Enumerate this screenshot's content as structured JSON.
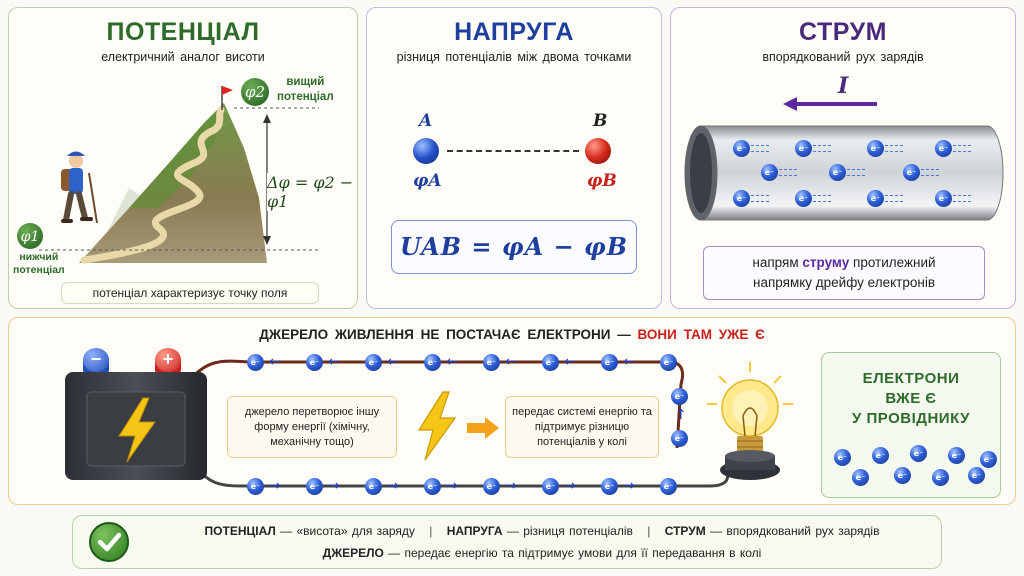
{
  "potential": {
    "title": "ПОТЕНЦІАЛ",
    "subtitle": "електричний аналог висоти",
    "phi2_symbol": "φ2",
    "phi2_label_1": "вищий",
    "phi2_label_2": "потенціал",
    "phi1_symbol": "φ1",
    "phi1_label_1": "нижчий",
    "phi1_label_2": "потенціал",
    "delta_formula": "Δφ = φ2 − φ1",
    "caption": "потенціал характеризує точку поля"
  },
  "voltage": {
    "title": "НАПРУГА",
    "subtitle": "різниця потенціалів між двома точками",
    "point_a": "A",
    "point_b": "B",
    "phi_a": "φA",
    "phi_b": "φB",
    "formula": "UAB = φA − φB"
  },
  "current": {
    "title": "СТРУМ",
    "subtitle": "впорядкований рух зарядів",
    "current_symbol": "I",
    "caption_line1_pre": "напрям",
    "caption_line1_word": "струму",
    "caption_line1_post": "протилежний",
    "caption_line2": "напрямку дрейфу електронів",
    "electron_label": "e⁻"
  },
  "source": {
    "heading_main": "ДЖЕРЕЛО ЖИВЛЕННЯ НЕ ПОСТАЧАЄ ЕЛЕКТРОНИ —",
    "heading_accent": "ВОНИ ТАМ УЖЕ Є",
    "note_left": "джерело перетворює іншу форму енергії (хімічну, механічну тощо)",
    "note_right": "передає системі енергію та підтримує різницю потенціалів у колі",
    "minus": "−",
    "plus": "+"
  },
  "electrons_box": {
    "line1": "ЕЛЕКТРОНИ",
    "line2": "ВЖЕ Є",
    "line3": "У ПРОВІДНИКУ"
  },
  "summary": {
    "p1_key": "ПОТЕНЦІАЛ",
    "p1_text": " — «висота» для заряду",
    "p2_key": "НАПРУГА",
    "p2_text": " — різниця потенціалів",
    "p3_key": "СТРУМ",
    "p3_text": " — впорядкований рух зарядів",
    "p4_key": "ДЖЕРЕЛО",
    "p4_text": " — передає енергію та підтримує умови для її передавання в колі",
    "separator": "|"
  },
  "colors": {
    "green": "#2e6b2a",
    "blue": "#1f3f9e",
    "purple": "#4a2a7a",
    "red": "#c8201c"
  }
}
